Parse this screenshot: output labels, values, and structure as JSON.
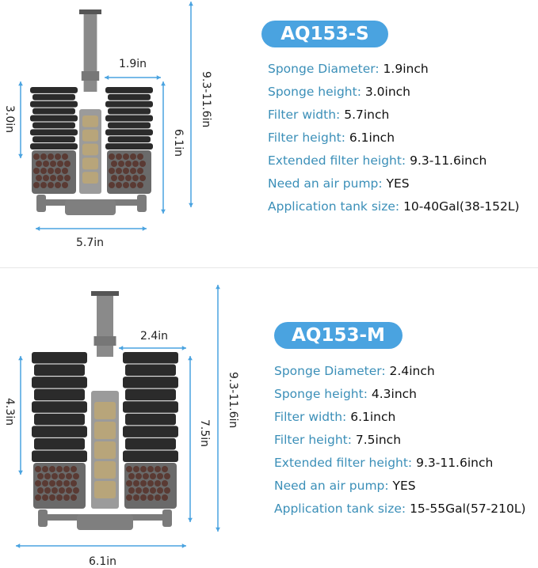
{
  "accent_color": "#4aa3e0",
  "label_color": "#3b8fb8",
  "models": [
    {
      "name": "AQ153-S",
      "specs": [
        {
          "label": "Sponge Diameter:",
          "value": "1.9inch"
        },
        {
          "label": "Sponge height:",
          "value": "3.0inch"
        },
        {
          "label": "Filter width:",
          "value": "5.7inch"
        },
        {
          "label": "Filter height:",
          "value": "6.1inch"
        },
        {
          "label": "Extended filter height:",
          "value": "9.3-11.6inch"
        },
        {
          "label": "Need an air pump:",
          "value": "YES"
        },
        {
          "label": "Application tank size:",
          "value": "10-40Gal(38-152L)"
        }
      ],
      "dimensions": {
        "sponge_diameter": "1.9in",
        "sponge_height": "3.0in",
        "filter_height": "6.1in",
        "extended_height": "9.3-11.6in",
        "filter_width": "5.7in"
      }
    },
    {
      "name": "AQ153-M",
      "specs": [
        {
          "label": "Sponge Diameter:",
          "value": "2.4inch"
        },
        {
          "label": "Sponge height:",
          "value": "4.3inch"
        },
        {
          "label": "Filter width:",
          "value": "6.1inch"
        },
        {
          "label": "Filter height:",
          "value": "7.5inch"
        },
        {
          "label": "Extended filter height:",
          "value": "9.3-11.6inch"
        },
        {
          "label": "Need an air pump:",
          "value": "YES"
        },
        {
          "label": "Application tank size:",
          "value": "15-55Gal(57-210L)"
        }
      ],
      "dimensions": {
        "sponge_diameter": "2.4in",
        "sponge_height": "4.3in",
        "filter_height": "7.5in",
        "extended_height": "9.3-11.6in",
        "filter_width": "6.1in"
      }
    }
  ]
}
